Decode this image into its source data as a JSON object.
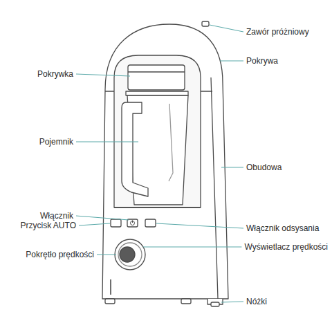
{
  "diagram": {
    "labels": [
      "Zawór próżniowy",
      "Pokrywa",
      "Pokrywka",
      "Pojemnik",
      "Obudowa",
      "Włącznik",
      "Przycisk AUTO",
      "Włącznik odsysania",
      "Pokrętło prędkości",
      "Wyświetlacz prędkości",
      "Nóżki"
    ]
  }
}
